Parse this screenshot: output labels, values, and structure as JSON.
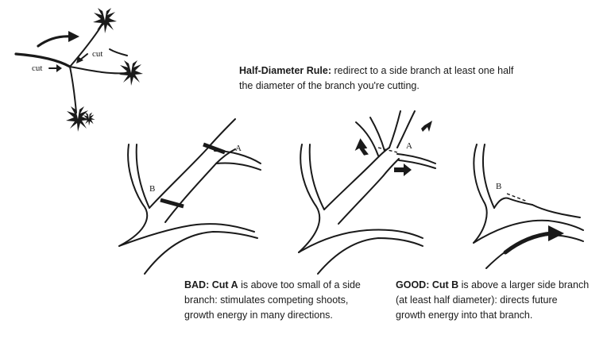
{
  "rule": {
    "title": "Half-Diameter Rule:",
    "line1": "redirect to a side branch at least one half",
    "line2": "the diameter of the branch you're cutting."
  },
  "bad": {
    "tag": "BAD:",
    "cut": "Cut A",
    "line1": "is above too small of a side",
    "line2": "branch: stimulates competing shoots,",
    "line3": "growth energy in many directions."
  },
  "good": {
    "tag": "GOOD:",
    "cut": "Cut B",
    "line1": "is above a larger side branch",
    "line2": "(at least half diameter): directs future",
    "line3": "growth energy into that branch."
  },
  "labels": {
    "cut_top": "cut",
    "cut_left": "cut",
    "a1": "A",
    "b1": "B",
    "a2": "A",
    "b3": "B"
  },
  "icons": [
    "leaf-cluster-icon",
    "curved-arrow-icon",
    "small-arrow-icon"
  ]
}
